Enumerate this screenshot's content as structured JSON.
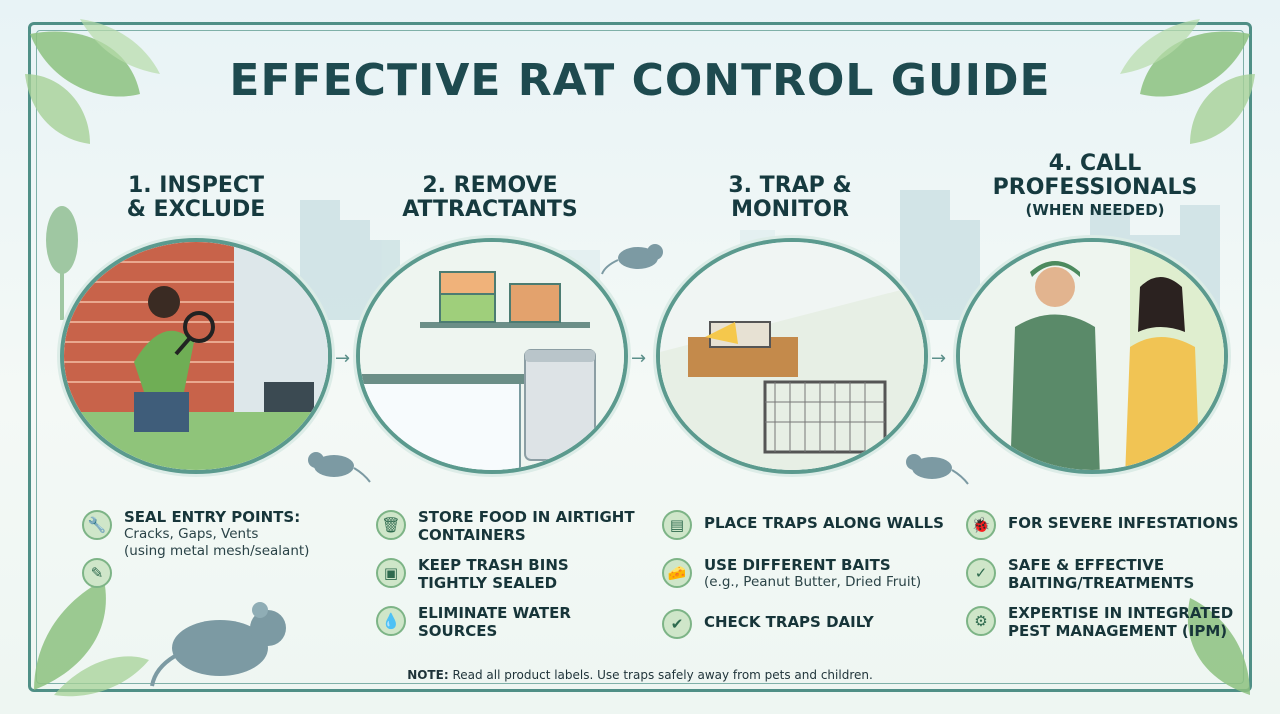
{
  "title": "EFFECTIVE RAT CONTROL GUIDE",
  "steps": [
    {
      "title_line1": "1. INSPECT",
      "title_line2": "& EXCLUDE"
    },
    {
      "title_line1": "2. REMOVE",
      "title_line2": "ATTRACTANTS"
    },
    {
      "title_line1": "3. TRAP &",
      "title_line2": "MONITOR"
    },
    {
      "title_line1": "4. CALL",
      "title_line2": "PROFESSIONALS",
      "title_sub": "(WHEN NEEDED)"
    }
  ],
  "col1": {
    "item1_title": "SEAL ENTRY POINTS:",
    "item1_line2": "Cracks, Gaps, Vents",
    "item1_line3": "(using metal mesh/sealant)"
  },
  "col2": {
    "item1_line1": "STORE FOOD IN AIRTIGHT",
    "item1_line2": "CONTAINERS",
    "item2_line1": "KEEP TRASH BINS",
    "item2_line2": "TIGHTLY SEALED",
    "item3_line1": "ELIMINATE WATER",
    "item3_line2": "SOURCES"
  },
  "col3": {
    "item1": "PLACE TRAPS ALONG WALLS",
    "item2_line1": "USE DIFFERENT BAITS",
    "item2_line2": "(e.g., Peanut Butter, Dried Fruit)",
    "item3": "CHECK TRAPS DAILY"
  },
  "col4": {
    "item1": "FOR SEVERE INFESTATIONS",
    "item2_line1": "SAFE & EFFECTIVE",
    "item2_line2": "BAITING/TREATMENTS",
    "item3_line1": "EXPERTISE IN INTEGRATED",
    "item3_line2": "PEST MANAGEMENT (IPM)"
  },
  "note": {
    "label": "NOTE:",
    "text": " Read all product labels. Use traps safely away from pets and children."
  },
  "icons": [
    "wrench-icon",
    "caulk-gun-icon",
    "trash-bin-icon",
    "sealed-bin-icon",
    "water-drop-icon",
    "mousetrap-icon",
    "cheese-icon",
    "calendar-check-icon",
    "bug-icon",
    "shield-check-icon",
    "gear-icon"
  ],
  "colors": {
    "accent": "#4f8f86",
    "title": "#1e4a4f",
    "icon_bg": "#cfe6c9"
  }
}
